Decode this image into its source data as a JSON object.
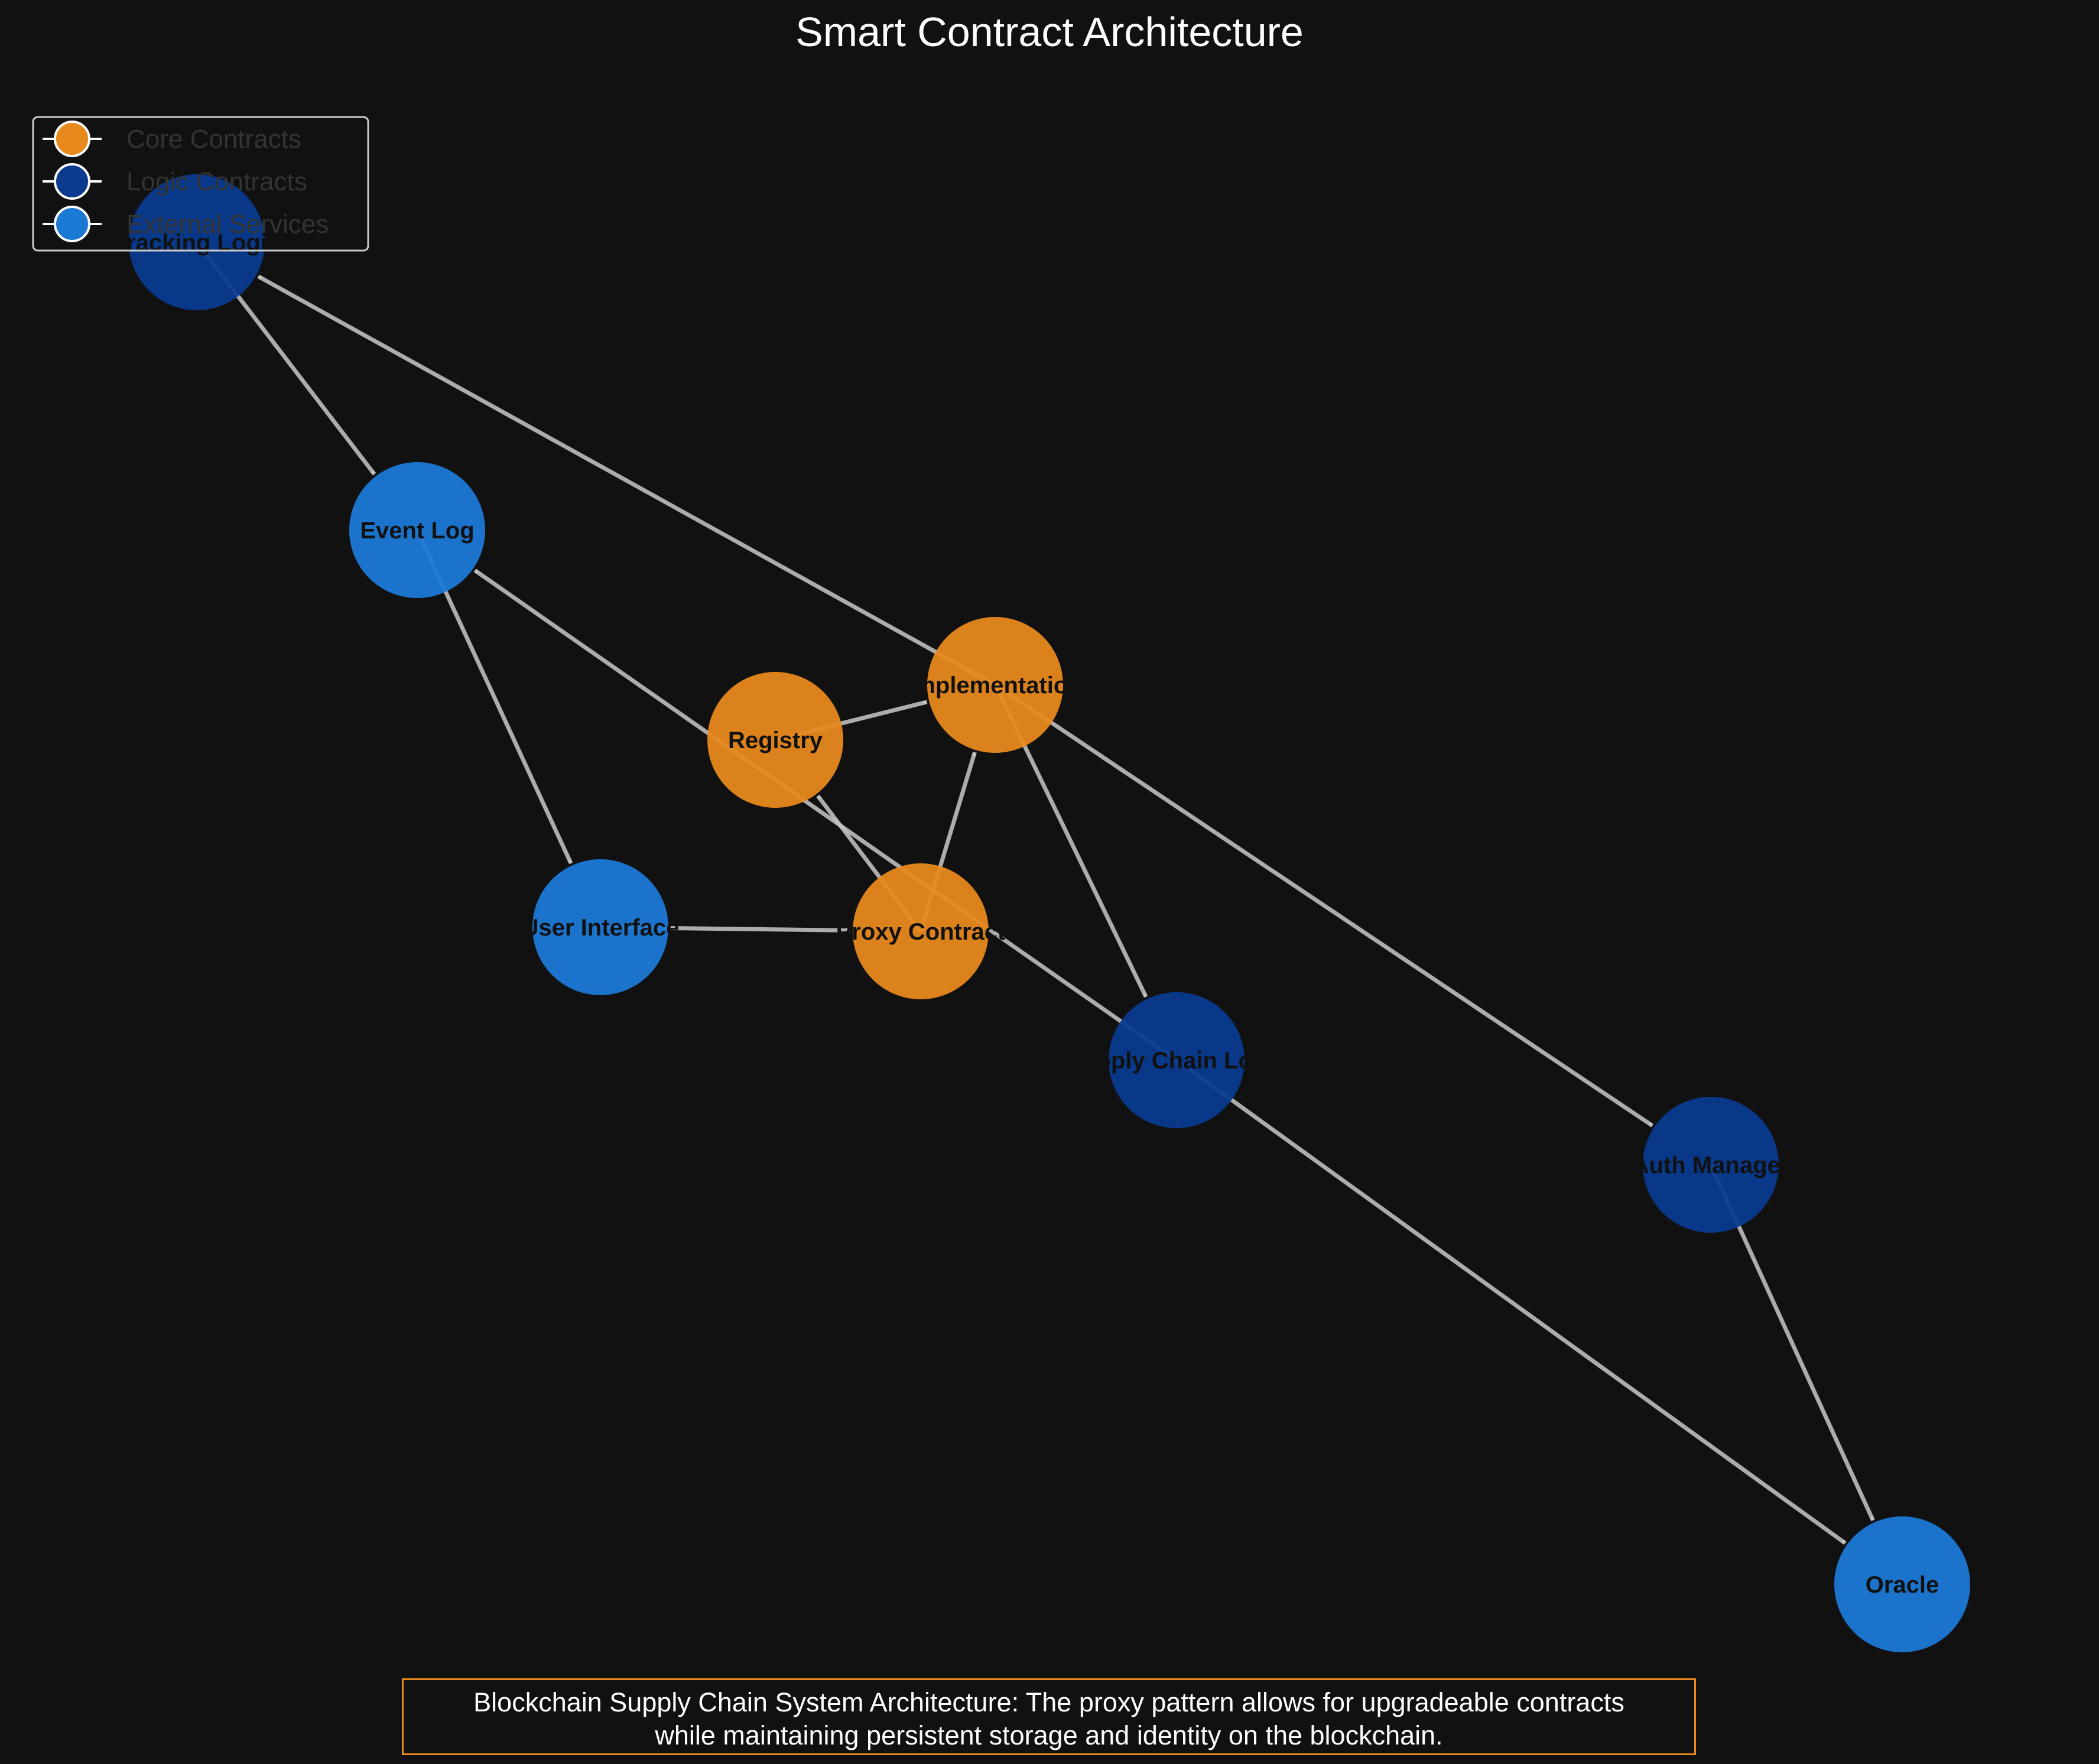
{
  "title": "Smart Contract Architecture",
  "colors": {
    "background": "#111111",
    "core": "#e8891d",
    "logic": "#0a3b8f",
    "external": "#1c79d6",
    "edge": "#c8c8c8",
    "caption_border": "#e8891d"
  },
  "legend": [
    {
      "label": "Core Contracts",
      "group": "core"
    },
    {
      "label": "Logic Contracts",
      "group": "logic"
    },
    {
      "label": "External Services",
      "group": "external"
    }
  ],
  "nodes": [
    {
      "id": "proxy",
      "label": "Proxy Contract",
      "group": "core"
    },
    {
      "id": "impl",
      "label": "Implementation",
      "group": "core"
    },
    {
      "id": "registry",
      "label": "Registry",
      "group": "core"
    },
    {
      "id": "supply",
      "label": "Supply Chain Logic",
      "group": "logic"
    },
    {
      "id": "auth",
      "label": "Auth Manager",
      "group": "logic"
    },
    {
      "id": "tracking",
      "label": "Tracking Logic",
      "group": "logic"
    },
    {
      "id": "eventlog",
      "label": "Event Log",
      "group": "external"
    },
    {
      "id": "ui",
      "label": "User Interface",
      "group": "external"
    },
    {
      "id": "oracle",
      "label": "Oracle",
      "group": "external"
    }
  ],
  "edges": [
    {
      "from": "ui",
      "to": "proxy"
    },
    {
      "from": "proxy",
      "to": "impl"
    },
    {
      "from": "proxy",
      "to": "registry"
    },
    {
      "from": "registry",
      "to": "impl"
    },
    {
      "from": "impl",
      "to": "supply"
    },
    {
      "from": "impl",
      "to": "auth"
    },
    {
      "from": "impl",
      "to": "tracking"
    },
    {
      "from": "tracking",
      "to": "eventlog"
    },
    {
      "from": "eventlog",
      "to": "ui"
    },
    {
      "from": "supply",
      "to": "eventlog"
    },
    {
      "from": "supply",
      "to": "oracle"
    },
    {
      "from": "auth",
      "to": "oracle"
    }
  ],
  "caption": {
    "line1": "Blockchain Supply Chain System Architecture: The proxy pattern allows for upgradeable contracts",
    "line2": "while maintaining persistent storage and identity on the blockchain."
  }
}
